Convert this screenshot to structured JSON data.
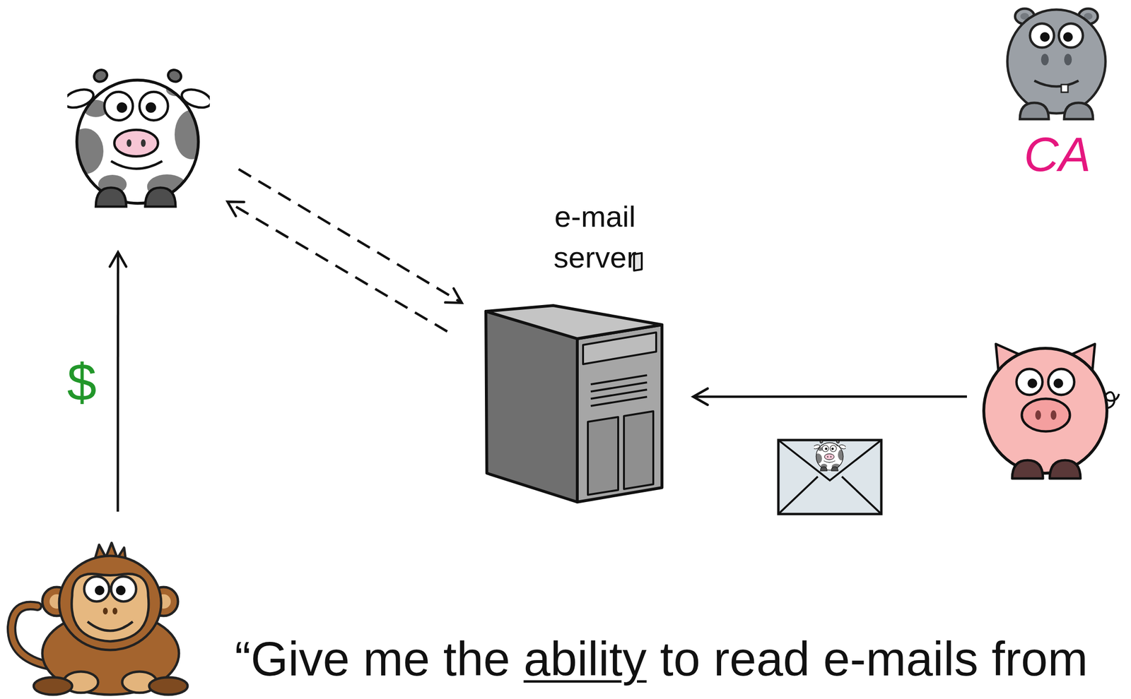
{
  "diagram": {
    "nodes": [
      {
        "text": []
      },
      {
        "text": [
          "CA"
        ]
      },
      {
        "text": [
          "e-mail server"
        ]
      },
      {
        "text": []
      },
      {
        "text": []
      }
    ],
    "edges": [
      {
        "from": 0,
        "to": 2,
        "arrow": "to"
      },
      {
        "from": 2,
        "to": 0,
        "arrow": "to"
      },
      {
        "from": 3,
        "to": 2,
        "arrow": "to"
      },
      {
        "from": 4,
        "to": 0,
        "arrow": "to",
        "label": "$"
      }
    ],
    "labels": [
      "“Give me the",
      "ability",
      "to read e-mails from"
    ]
  }
}
